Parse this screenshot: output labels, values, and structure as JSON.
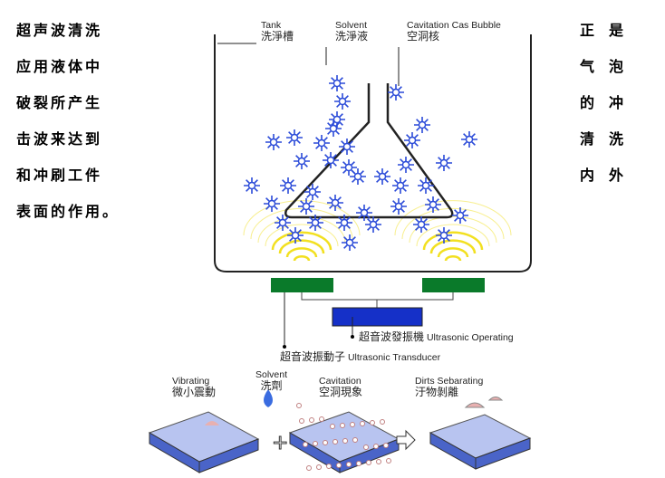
{
  "left_text": [
    "超声波清洗",
    "应用液体中",
    "破裂所产生",
    "击波来达到",
    "和冲刷工件",
    "表面的作用。"
  ],
  "right_text": [
    [
      "正",
      "是"
    ],
    [
      "气",
      "泡"
    ],
    [
      "的",
      "冲"
    ],
    [
      "清",
      "洗"
    ],
    [
      "内",
      "外"
    ]
  ],
  "diagram": {
    "tank": {
      "en": "Tank",
      "zh": "洗淨槽"
    },
    "solvent": {
      "en": "Solvent",
      "zh": "洗淨液"
    },
    "bubble": {
      "en": "Cavitation Cas Bubble",
      "zh": "空洞核"
    },
    "generator": {
      "zh": "超音波發振機",
      "en": "Ultrasonic Operating"
    },
    "transducer": {
      "zh": "超音波振動子",
      "en": "Ultrasonic Transducer"
    },
    "colors": {
      "transducer": "#0a7a2a",
      "generator": "#1530c8",
      "bubble": "#2a4ad8",
      "wave": "#f2e020"
    }
  },
  "process": [
    {
      "en": "Vibrating",
      "zh": "微小震動"
    },
    {
      "en": "Solvent",
      "zh": "洗劑"
    },
    {
      "en": "Cavitation",
      "zh": "空洞現象"
    },
    {
      "en": "Dirts Sebarating",
      "zh": "汙物剝離"
    }
  ]
}
